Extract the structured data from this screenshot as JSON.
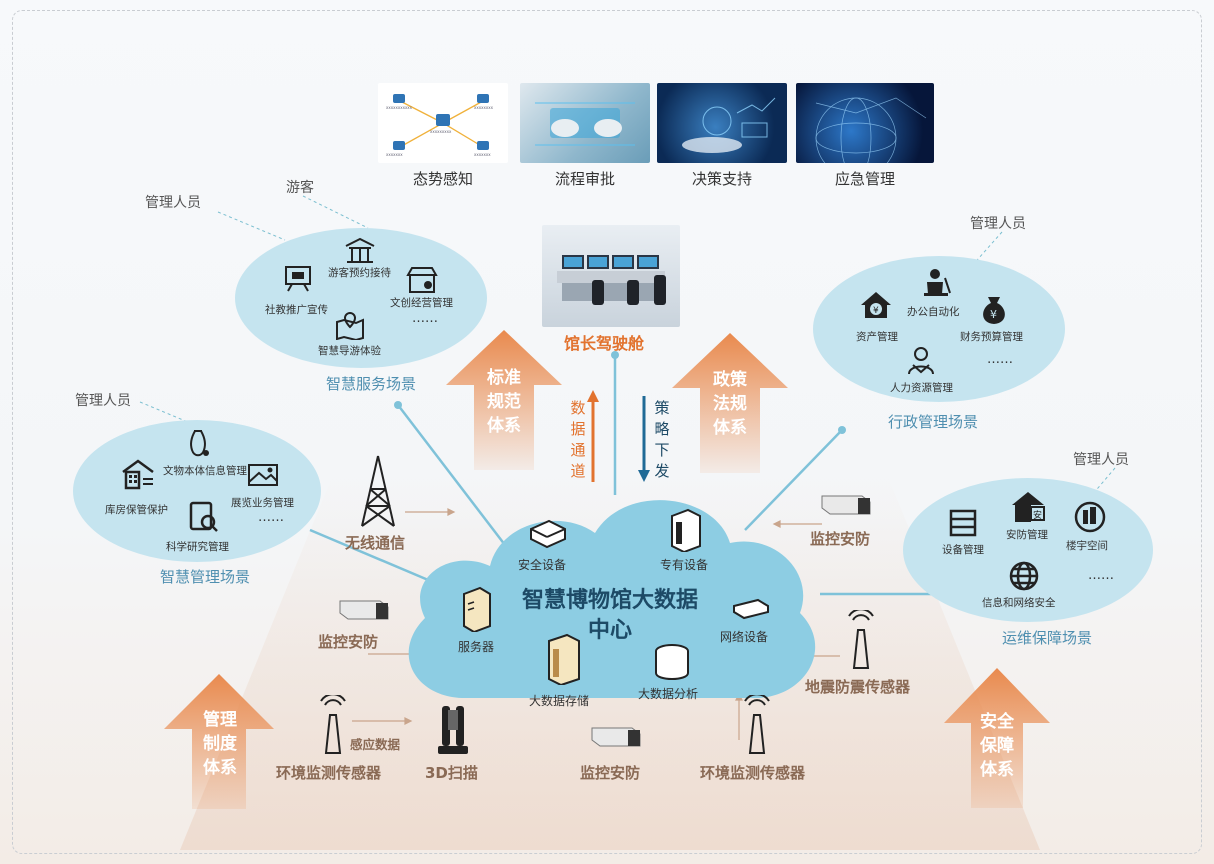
{
  "top_modules": [
    {
      "label": "态势感知",
      "icon": "network-topology-icon"
    },
    {
      "label": "流程审批",
      "icon": "hands-typing-photo"
    },
    {
      "label": "决策支持",
      "icon": "hand-data-photo"
    },
    {
      "label": "应急管理",
      "icon": "globe-network-photo"
    }
  ],
  "cockpit": {
    "label": "馆长驾驶舱"
  },
  "channels": {
    "data_up": "数据通道",
    "strategy_down": "策略下发"
  },
  "data_center": {
    "title": "智慧博物馆大数据中心",
    "devices": [
      "安全设备",
      "专有设备",
      "服务器",
      "网络设备",
      "大数据存储",
      "大数据分析"
    ]
  },
  "scenes": {
    "service": {
      "name": "智慧服务场景",
      "roles": [
        "管理人员",
        "游客"
      ],
      "items": [
        "游客预约接待",
        "社教推广宣传",
        "文创经营管理",
        "智慧导游体验",
        "……"
      ]
    },
    "admin": {
      "name": "行政管理场景",
      "roles": [
        "管理人员"
      ],
      "items": [
        "资产管理",
        "办公自动化",
        "财务预算管理",
        "人力资源管理",
        "……"
      ]
    },
    "management": {
      "name": "智慧管理场景",
      "roles": [
        "管理人员"
      ],
      "items": [
        "文物本体信息管理",
        "库房保管保护",
        "展览业务管理",
        "科学研究管理",
        "……"
      ]
    },
    "ops": {
      "name": "运维保障场景",
      "roles": [
        "管理人员"
      ],
      "items": [
        "设备管理",
        "安防管理",
        "楼宇空间",
        "信息和网络安全",
        "……"
      ]
    }
  },
  "pillars": {
    "standard": "标准规范体系",
    "policy": "政策法规体系",
    "management": "管理制度体系",
    "security": "安全保障体系"
  },
  "sensors": {
    "wireless": "无线通信",
    "monitor_left": "监控安防",
    "monitor_right": "监控安防",
    "monitor_bottom": "监控安防",
    "seismic": "地震防震传感器",
    "env_left": "环境监测传感器",
    "env_right": "环境监测传感器",
    "scan3d": "3D扫描",
    "sensing_data": "感应数据"
  },
  "colors": {
    "ellipse": "#c5e4ef",
    "cloud": "#8dcde3",
    "orange_arrow": "#e98a4e",
    "blue_line": "#7fc2d9",
    "scene_label": "#4f8fb0"
  }
}
